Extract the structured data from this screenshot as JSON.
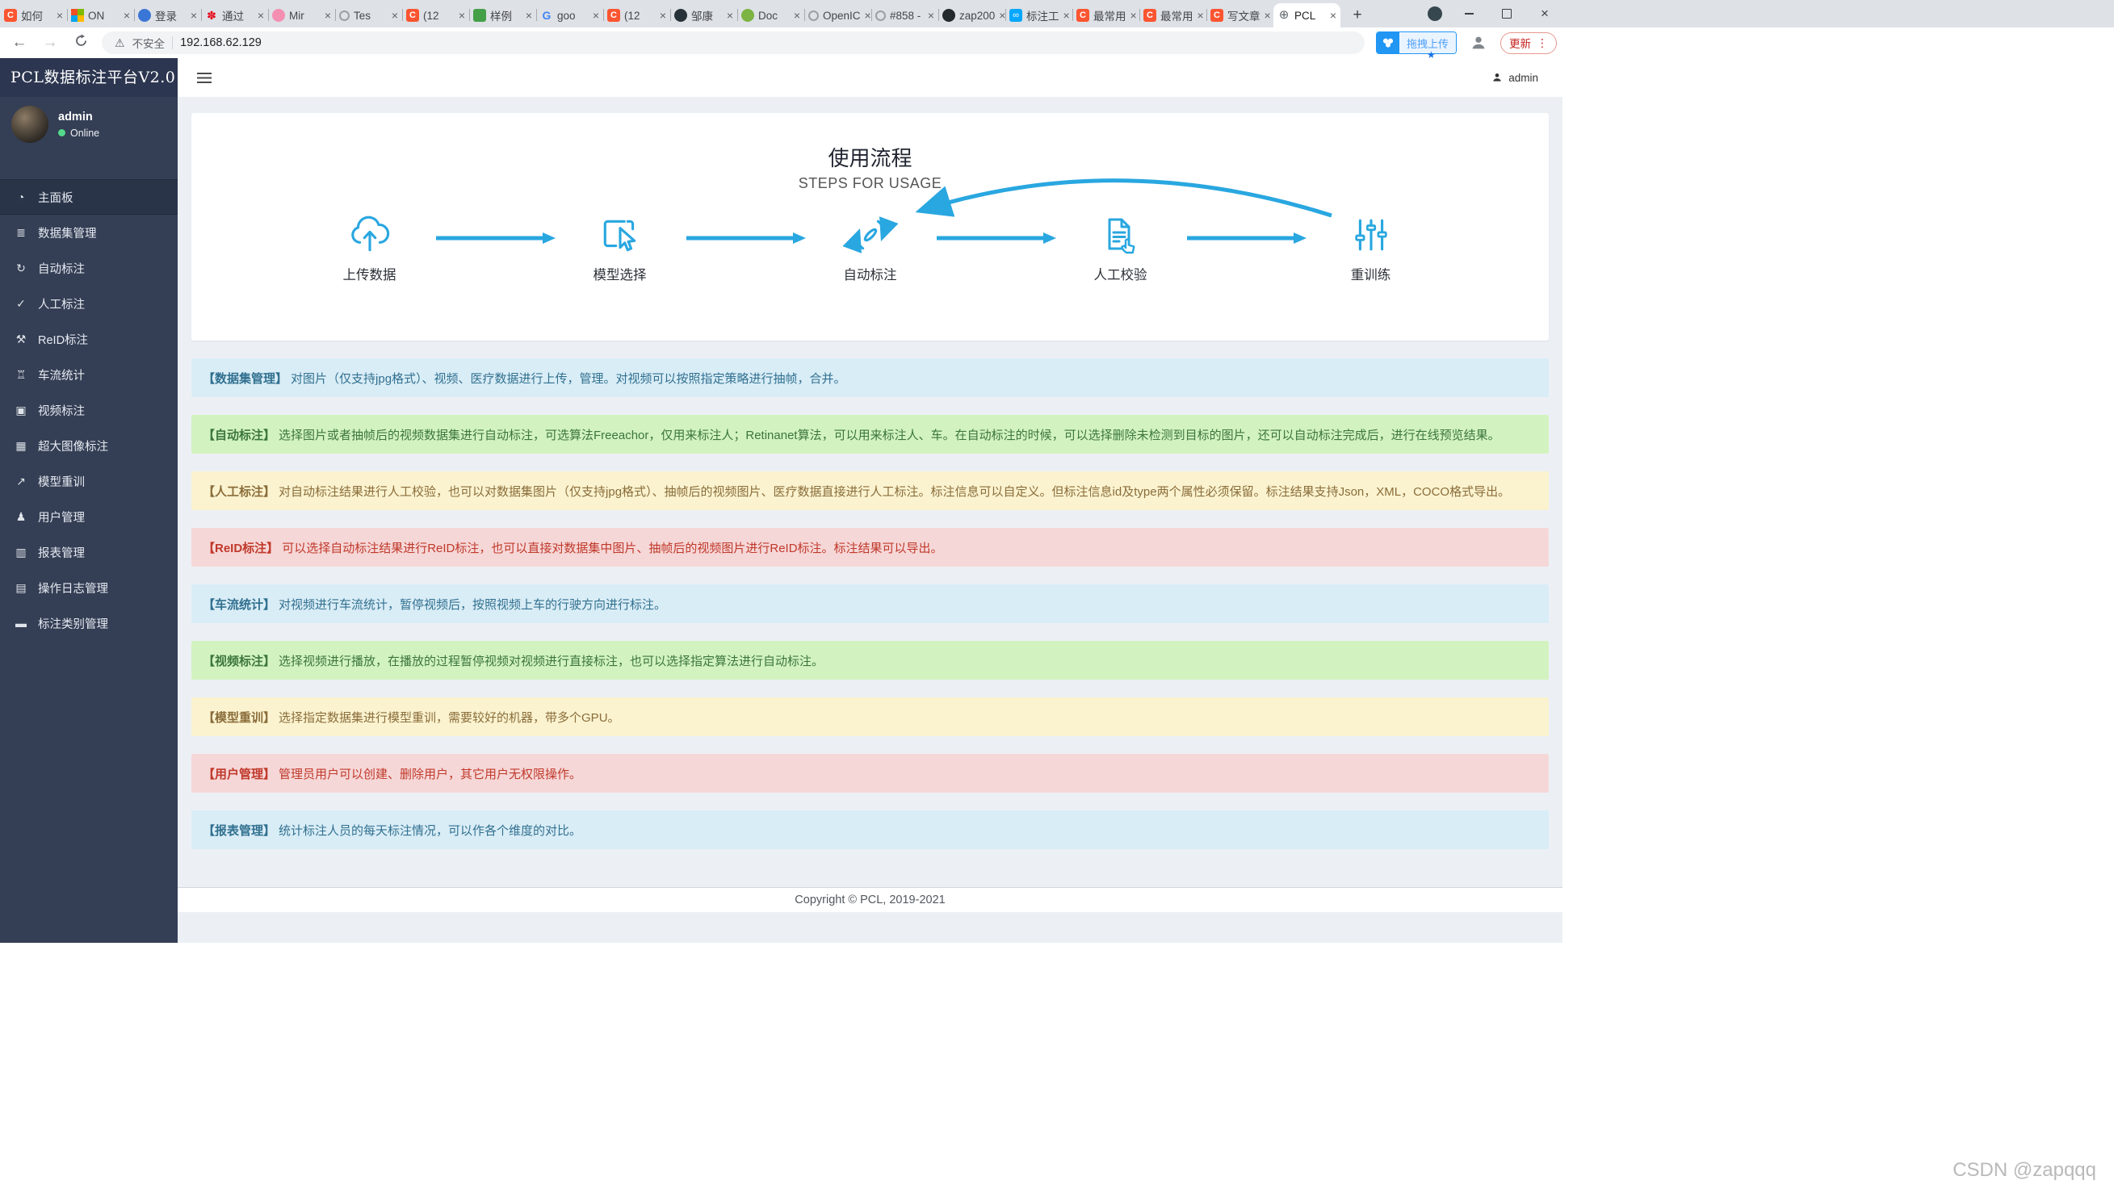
{
  "colors": {
    "accent_blue": "#29a7e0",
    "sidebar_bg": "#343e54",
    "content_bg": "#ecf0f5",
    "info_bg": "#d9edf7",
    "success_bg": "#d2f3bf",
    "warning_bg": "#fbf3cf",
    "danger_bg": "#f6d7d7",
    "update_red": "#c5221f",
    "online_green": "#54d98c"
  },
  "browser": {
    "tab_close_glyph": "×",
    "new_tab_glyph": "+",
    "tabs": [
      {
        "title": "如何",
        "icon": "fav-csdn"
      },
      {
        "title": "ON",
        "icon": "fav-ms"
      },
      {
        "title": "登录",
        "icon": "fav-blue"
      },
      {
        "title": "通过",
        "icon": "fav-huawei"
      },
      {
        "title": "Mir",
        "icon": "fav-flamingo"
      },
      {
        "title": "Tes",
        "icon": "fav-openi"
      },
      {
        "title": "(12",
        "icon": "fav-csdn"
      },
      {
        "title": "样例",
        "icon": "fav-green"
      },
      {
        "title": "goo",
        "icon": "fav-google"
      },
      {
        "title": "(12",
        "icon": "fav-csdn"
      },
      {
        "title": "邹康",
        "icon": "fav-dark"
      },
      {
        "title": "Doc",
        "icon": "fav-green2"
      },
      {
        "title": "OpenIC",
        "icon": "fav-openi"
      },
      {
        "title": "#858 -",
        "icon": "fav-openi"
      },
      {
        "title": "zap200",
        "icon": "fav-github"
      },
      {
        "title": "标注工",
        "icon": "fav-baidu"
      },
      {
        "title": "最常用",
        "icon": "fav-csdn"
      },
      {
        "title": "最常用",
        "icon": "fav-csdn"
      },
      {
        "title": "写文章",
        "icon": "fav-csdn"
      },
      {
        "title": "PCL",
        "icon": "fav-globe",
        "active": true
      }
    ],
    "address": {
      "back_glyph": "←",
      "forward_glyph": "→",
      "warning_glyph": "⚠",
      "security_label": "不安全",
      "url": "192.168.62.129",
      "extension_label": "拖拽上传",
      "extension_star_glyph": "★",
      "update_label": "更新",
      "menu_glyph": "⋮"
    }
  },
  "sidebar": {
    "brand": "PCL数据标注平台V2.0",
    "user": {
      "name": "admin",
      "status": "Online"
    },
    "items": [
      {
        "label": "主面板",
        "icon": "dashboard",
        "active": true
      },
      {
        "label": "数据集管理",
        "icon": "datasets"
      },
      {
        "label": "自动标注",
        "icon": "auto-annotate"
      },
      {
        "label": "人工标注",
        "icon": "manual-annotate"
      },
      {
        "label": "ReID标注",
        "icon": "reid"
      },
      {
        "label": "车流统计",
        "icon": "traffic"
      },
      {
        "label": "视频标注",
        "icon": "video"
      },
      {
        "label": "超大图像标注",
        "icon": "big-image"
      },
      {
        "label": "模型重训",
        "icon": "retrain"
      },
      {
        "label": "用户管理",
        "icon": "users"
      },
      {
        "label": "报表管理",
        "icon": "reports"
      },
      {
        "label": "操作日志管理",
        "icon": "logs"
      },
      {
        "label": "标注类别管理",
        "icon": "categories"
      }
    ]
  },
  "icon_glyphs": {
    "dashboard": "◔",
    "datasets": "≣",
    "auto-annotate": "↻",
    "manual-annotate": "✓",
    "reid": "⚒",
    "traffic": "♖",
    "video": "▣",
    "big-image": "▦",
    "retrain": "↗",
    "users": "♟",
    "reports": "▥",
    "logs": "▤",
    "categories": "▬"
  },
  "navbar": {
    "user": "admin"
  },
  "flow": {
    "title": "使用流程",
    "subtitle": "STEPS FOR USAGE",
    "steps": [
      {
        "label": "上传数据",
        "icon": "cloud-upload-icon"
      },
      {
        "label": "模型选择",
        "icon": "model-select-icon"
      },
      {
        "label": "自动标注",
        "icon": "sync-icon"
      },
      {
        "label": "人工校验",
        "icon": "doc-hand-icon"
      },
      {
        "label": "重训练",
        "icon": "sliders-icon"
      }
    ]
  },
  "info_rows": [
    {
      "type": "info",
      "tag": "【数据集管理】",
      "text": "对图片（仅支持jpg格式）、视频、医疗数据进行上传，管理。对视频可以按照指定策略进行抽帧，合并。"
    },
    {
      "type": "success",
      "tag": "【自动标注】",
      "text": "选择图片或者抽帧后的视频数据集进行自动标注，可选算法Freeachor，仅用来标注人；Retinanet算法，可以用来标注人、车。在自动标注的时候，可以选择删除未检测到目标的图片，还可以自动标注完成后，进行在线预览结果。"
    },
    {
      "type": "warning",
      "tag": "【人工标注】",
      "text": "对自动标注结果进行人工校验，也可以对数据集图片（仅支持jpg格式）、抽帧后的视频图片、医疗数据直接进行人工标注。标注信息可以自定义。但标注信息id及type两个属性必须保留。标注结果支持Json，XML，COCO格式导出。"
    },
    {
      "type": "danger",
      "tag": "【ReID标注】",
      "text": "可以选择自动标注结果进行ReID标注，也可以直接对数据集中图片、抽帧后的视频图片进行ReID标注。标注结果可以导出。"
    },
    {
      "type": "info",
      "tag": "【车流统计】",
      "text": "对视频进行车流统计，暂停视频后，按照视频上车的行驶方向进行标注。"
    },
    {
      "type": "success",
      "tag": "【视频标注】",
      "text": "选择视频进行播放，在播放的过程暂停视频对视频进行直接标注，也可以选择指定算法进行自动标注。"
    },
    {
      "type": "warning",
      "tag": "【模型重训】",
      "text": "选择指定数据集进行模型重训，需要较好的机器，带多个GPU。"
    },
    {
      "type": "danger",
      "tag": "【用户管理】",
      "text": "管理员用户可以创建、删除用户，其它用户无权限操作。"
    },
    {
      "type": "info",
      "tag": "【报表管理】",
      "text": "统计标注人员的每天标注情况，可以作各个维度的对比。"
    }
  ],
  "footer": {
    "copyright": "Copyright © PCL, 2019-2021"
  },
  "watermark": "CSDN @zapqqq"
}
